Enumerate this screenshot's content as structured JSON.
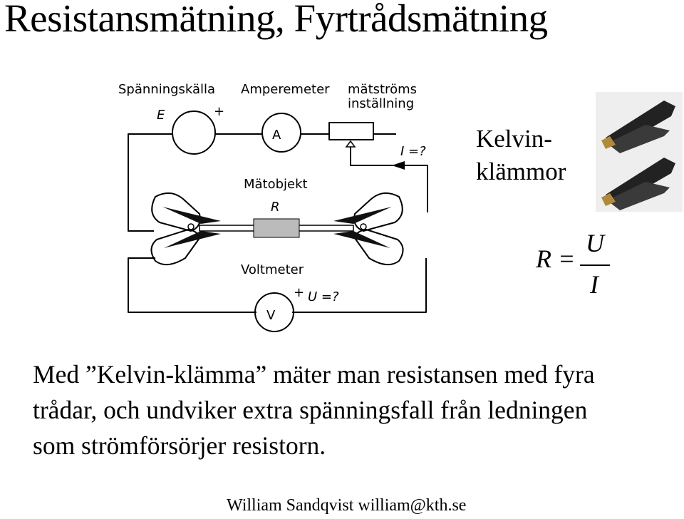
{
  "title": "Resistansmätning, Fyrtrådsmätning",
  "diagram": {
    "source_label": "Spänningskälla",
    "ammeter_label": "Amperemeter",
    "current_setting_label_1": "mätströms",
    "current_setting_label_2": "inställning",
    "source_symbol": "E",
    "source_plus": "+",
    "ammeter_symbol": "A",
    "current_question": "I =?",
    "object_label": "Mätobjekt",
    "object_symbol": "R",
    "voltmeter_label": "Voltmeter",
    "voltmeter_symbol": "V",
    "voltmeter_plus": "+",
    "voltage_question": "U =?"
  },
  "kelvin_label_line1": "Kelvin-",
  "kelvin_label_line2": "klämmor",
  "formula": {
    "lhs": "R =",
    "numerator": "U",
    "denominator": "I"
  },
  "body_lines": [
    "Med ”Kelvin-klämma” mäter man resistansen med fyra",
    "trådar, och undviker extra spänningsfall från ledningen",
    "som strömförsörjer resistorn."
  ],
  "footer": "William Sandqvist  william@kth.se"
}
